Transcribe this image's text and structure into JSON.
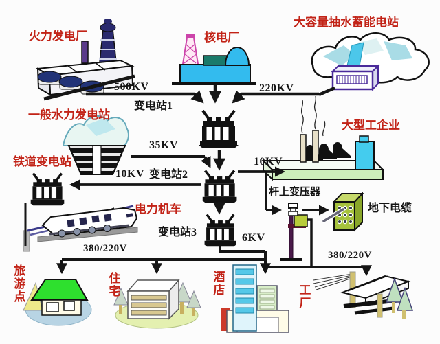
{
  "colors": {
    "station_label_red": "#c22317",
    "system_label_black": "#141414",
    "power_line": "#151515",
    "water_cyan": "#4cc7ea",
    "cable_box_green": "#a6c23c",
    "platform_green": "#cdeebb"
  },
  "stations": {
    "thermal": "火力发电厂",
    "nuclear": "核电厂",
    "pumped_storage": "大容量抽水蓄能电站",
    "hydro": "一般水力发电站",
    "railway_substation": "铁道变电站",
    "electric_locomotive": "电力机车",
    "large_industry": "大型工企业",
    "substation1": "变电站1",
    "substation2": "变电站2",
    "substation3": "变电站3",
    "pole_transformer": "杆上变压器",
    "underground_cable": "地下电缆"
  },
  "voltage_labels": {
    "hv_500": "500KV",
    "hv_220": "220KV",
    "hv_35": "35KV",
    "mv_10_left": "10KV",
    "mv_10_right": "10KV",
    "mv_6": "6KV",
    "lv_left": "380/220V",
    "lv_right": "380/220V"
  },
  "consumers": {
    "tourist_spot": "旅游点",
    "residence": "住宅",
    "hotel": "酒店",
    "factory": "工厂"
  }
}
